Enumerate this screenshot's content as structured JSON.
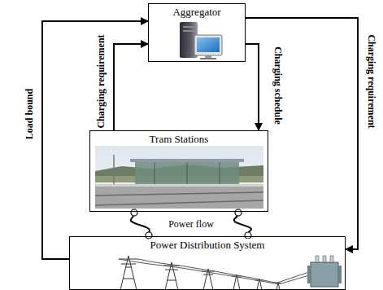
{
  "diagram": {
    "nodes": [
      {
        "text": [
          "Aggregator"
        ]
      },
      {
        "text": [
          "Tram Stations"
        ]
      },
      {
        "text": [
          "Power Distribution System"
        ]
      }
    ],
    "edges": [
      {
        "from": 2,
        "to": 0,
        "arrow": "to",
        "label": "Load bound"
      },
      {
        "from": 1,
        "to": 0,
        "arrow": "to",
        "label": "Charging requirement"
      },
      {
        "from": 0,
        "to": 1,
        "arrow": "to",
        "label": "Charging schedule"
      },
      {
        "from": 0,
        "to": 2,
        "arrow": "to",
        "label": "Charging requirement"
      },
      {
        "from": 1,
        "to": 2,
        "arrow": "none"
      },
      {
        "from": 1,
        "to": 2,
        "arrow": "none"
      }
    ],
    "labels": [
      "Power flow"
    ]
  }
}
